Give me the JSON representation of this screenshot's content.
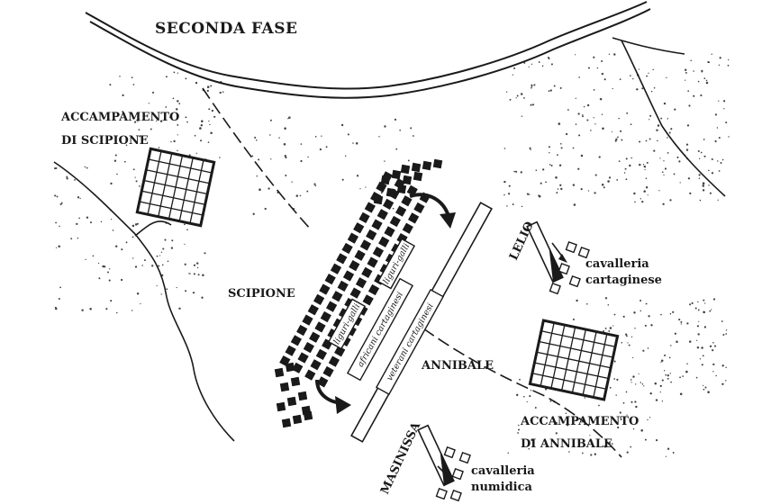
{
  "title": "SECONDA FASE",
  "labels": {
    "camp_scipio_line1": "ACCAMPAMENTO",
    "camp_scipio_line2": "DI SCIPIONE",
    "scipione": "SCIPIONE",
    "annibale": "ANNIBALE",
    "camp_hannibal_line1": "ACCAMPAMENTO",
    "camp_hannibal_line2": "DI ANNIBALE",
    "lelio": "LELIO",
    "masinissa": "MASINISSA",
    "cav_cart_line1": "cavalleria",
    "cav_cart_line2": "cartaginese",
    "cav_num_line1": "cavalleria",
    "cav_num_line2": "numidica"
  },
  "units": {
    "front_left": "liguri-galli",
    "front_right": "liguri-galli",
    "african": "africani cartaginesi",
    "veterans": "veterani cartaginesi"
  },
  "colors": {
    "ink": "#1a1a1a",
    "paper": "#ffffff"
  }
}
